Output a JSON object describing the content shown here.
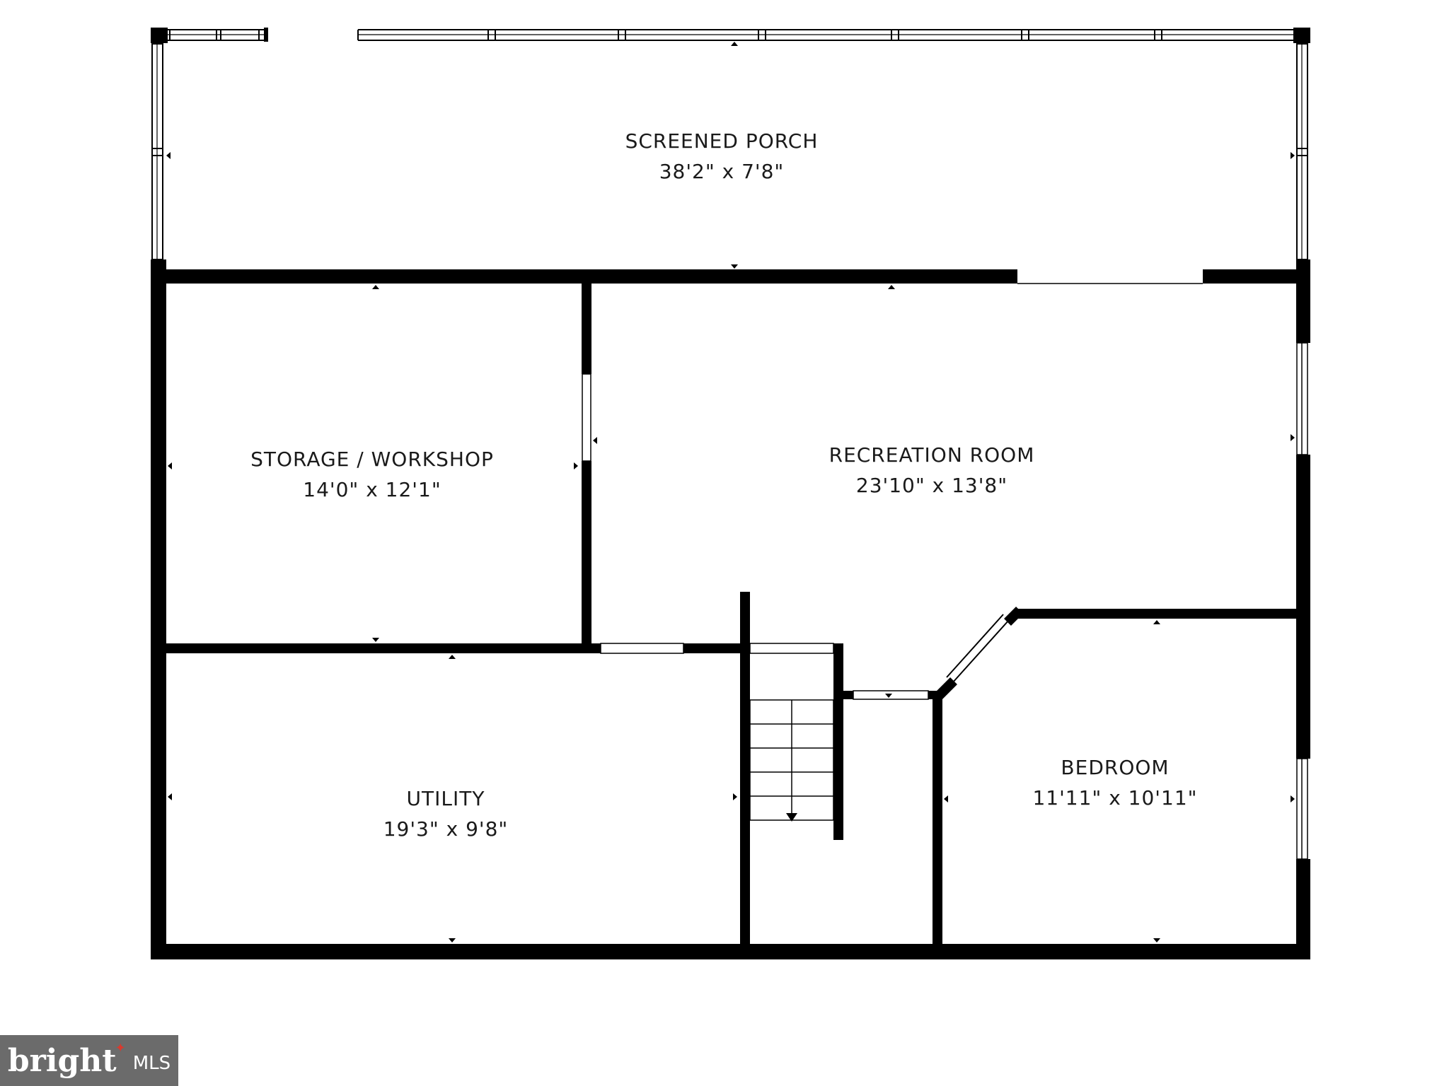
{
  "rooms": {
    "screened_porch": {
      "name": "SCREENED PORCH",
      "dims": "38'2\" x 7'8\""
    },
    "storage_workshop": {
      "name": "STORAGE / WORKSHOP",
      "dims": "14'0\" x 12'1\""
    },
    "recreation_room": {
      "name": "RECREATION ROOM",
      "dims": "23'10\" x 13'8\""
    },
    "utility": {
      "name": "UTILITY",
      "dims": "19'3\" x 9'8\""
    },
    "bedroom": {
      "name": "BEDROOM",
      "dims": "11'11\" x 10'11\""
    }
  },
  "logo": {
    "brand": "bright",
    "suffix": "MLS"
  },
  "colors": {
    "wall": "#000000",
    "background": "#ffffff",
    "logo_bg": "#6b6b6b",
    "logo_accent": "#d83a2e"
  }
}
